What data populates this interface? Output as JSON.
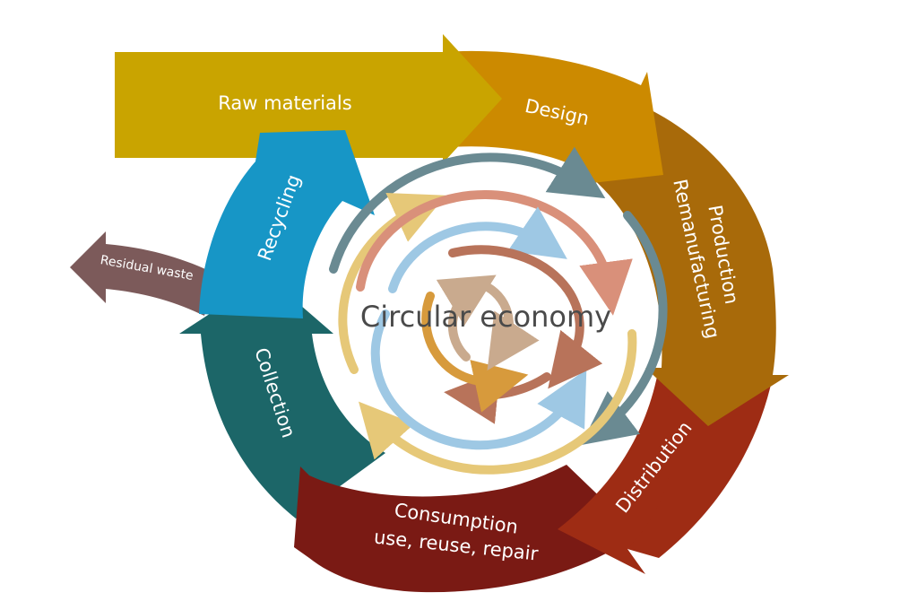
{
  "diagram": {
    "center_label": "Circular economy",
    "stages": [
      {
        "id": "raw-materials",
        "label": "Raw materials",
        "color": "#c9a400"
      },
      {
        "id": "design",
        "label": "Design",
        "color": "#cc8a00"
      },
      {
        "id": "production",
        "line1": "Production",
        "line2": "Remanufacturing",
        "color": "#a86a0a"
      },
      {
        "id": "distribution",
        "label": "Distribution",
        "color": "#9e2c14"
      },
      {
        "id": "consumption",
        "line1": "Consumption",
        "line2": "use, reuse, repair",
        "color": "#7a1a14"
      },
      {
        "id": "collection",
        "label": "Collection",
        "color": "#1c6668"
      },
      {
        "id": "recycling",
        "label": "Recycling",
        "color": "#1796c6"
      },
      {
        "id": "residual-waste",
        "label": "Residual waste",
        "color": "#7c5a5a"
      }
    ],
    "inner_loop_colors": [
      "#6a8a92",
      "#e6c878",
      "#d9907a",
      "#9ec8e4",
      "#b8735a",
      "#d79a3c",
      "#c9aa8e"
    ]
  }
}
